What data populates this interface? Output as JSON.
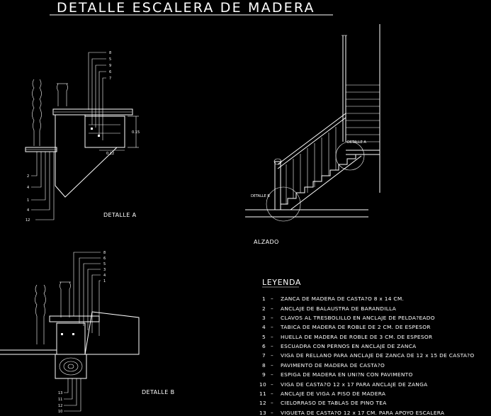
{
  "title": "DETALLE ESCALERA DE MADERA",
  "labels": {
    "detalle_a": "DETALLE A",
    "detalle_b": "DETALLE B",
    "alzado": "ALZADO",
    "alzado_detalle_a": "DETALLE A",
    "alzado_detalle_b": "DETALLE B"
  },
  "dimensions": {
    "d015": "0.15",
    "d012": "0.12"
  },
  "callouts_a": [
    "8",
    "5",
    "9",
    "6",
    "7"
  ],
  "callouts_a_left": [
    "2",
    "4",
    "1",
    "4",
    "12"
  ],
  "callouts_b": [
    "8",
    "6",
    "5",
    "3",
    "4",
    "1"
  ],
  "callouts_b_low": [
    "13",
    "11",
    "12",
    "10"
  ],
  "legend": {
    "heading": "LEYENDA",
    "items": [
      {
        "num": "1",
        "text": "ZANCA DE MADERA DE CASTA?O 8 x 14 CM."
      },
      {
        "num": "2",
        "text": "ANCLAJE DE BALAUSTRA DE BARANDILLA"
      },
      {
        "num": "3",
        "text": "CLAVOS AL TRESBOLILLO EN ANCLAJE DE PELDA?EADO"
      },
      {
        "num": "4",
        "text": "TABICA DE MADERA DE ROBLE DE 2 CM. DE ESPESOR"
      },
      {
        "num": "5",
        "text": "HUELLA DE MADERA DE ROBLE DE 3 CM. DE ESPESOR"
      },
      {
        "num": "6",
        "text": "ESCUADRA CON PERNOS EN ANCLAJE DE ZANCA"
      },
      {
        "num": "7",
        "text": "VIGA DE RELLANO PARA ANCLAJE DE ZANCA DE 12 x 15 DE CASTA?O"
      },
      {
        "num": "8",
        "text": "PAVIMENTO DE MADERA DE CASTA?O"
      },
      {
        "num": "9",
        "text": "ESPIGA DE MADERA EN UNI?N CON PAVIMENTO"
      },
      {
        "num": "10",
        "text": "VIGA DE CASTA?O 12 x 17   PARA ANCLAJE DE ZANGA"
      },
      {
        "num": "11",
        "text": "ANCLAJE DE VIGA A PISO DE MADERA"
      },
      {
        "num": "12",
        "text": "CIELORRASO DE TABLAS DE PINO TEA"
      },
      {
        "num": "13",
        "text": "VIGUETA DE CASTA?O 12 x 17 CM. PARA APOYO ESCALERA"
      }
    ]
  }
}
